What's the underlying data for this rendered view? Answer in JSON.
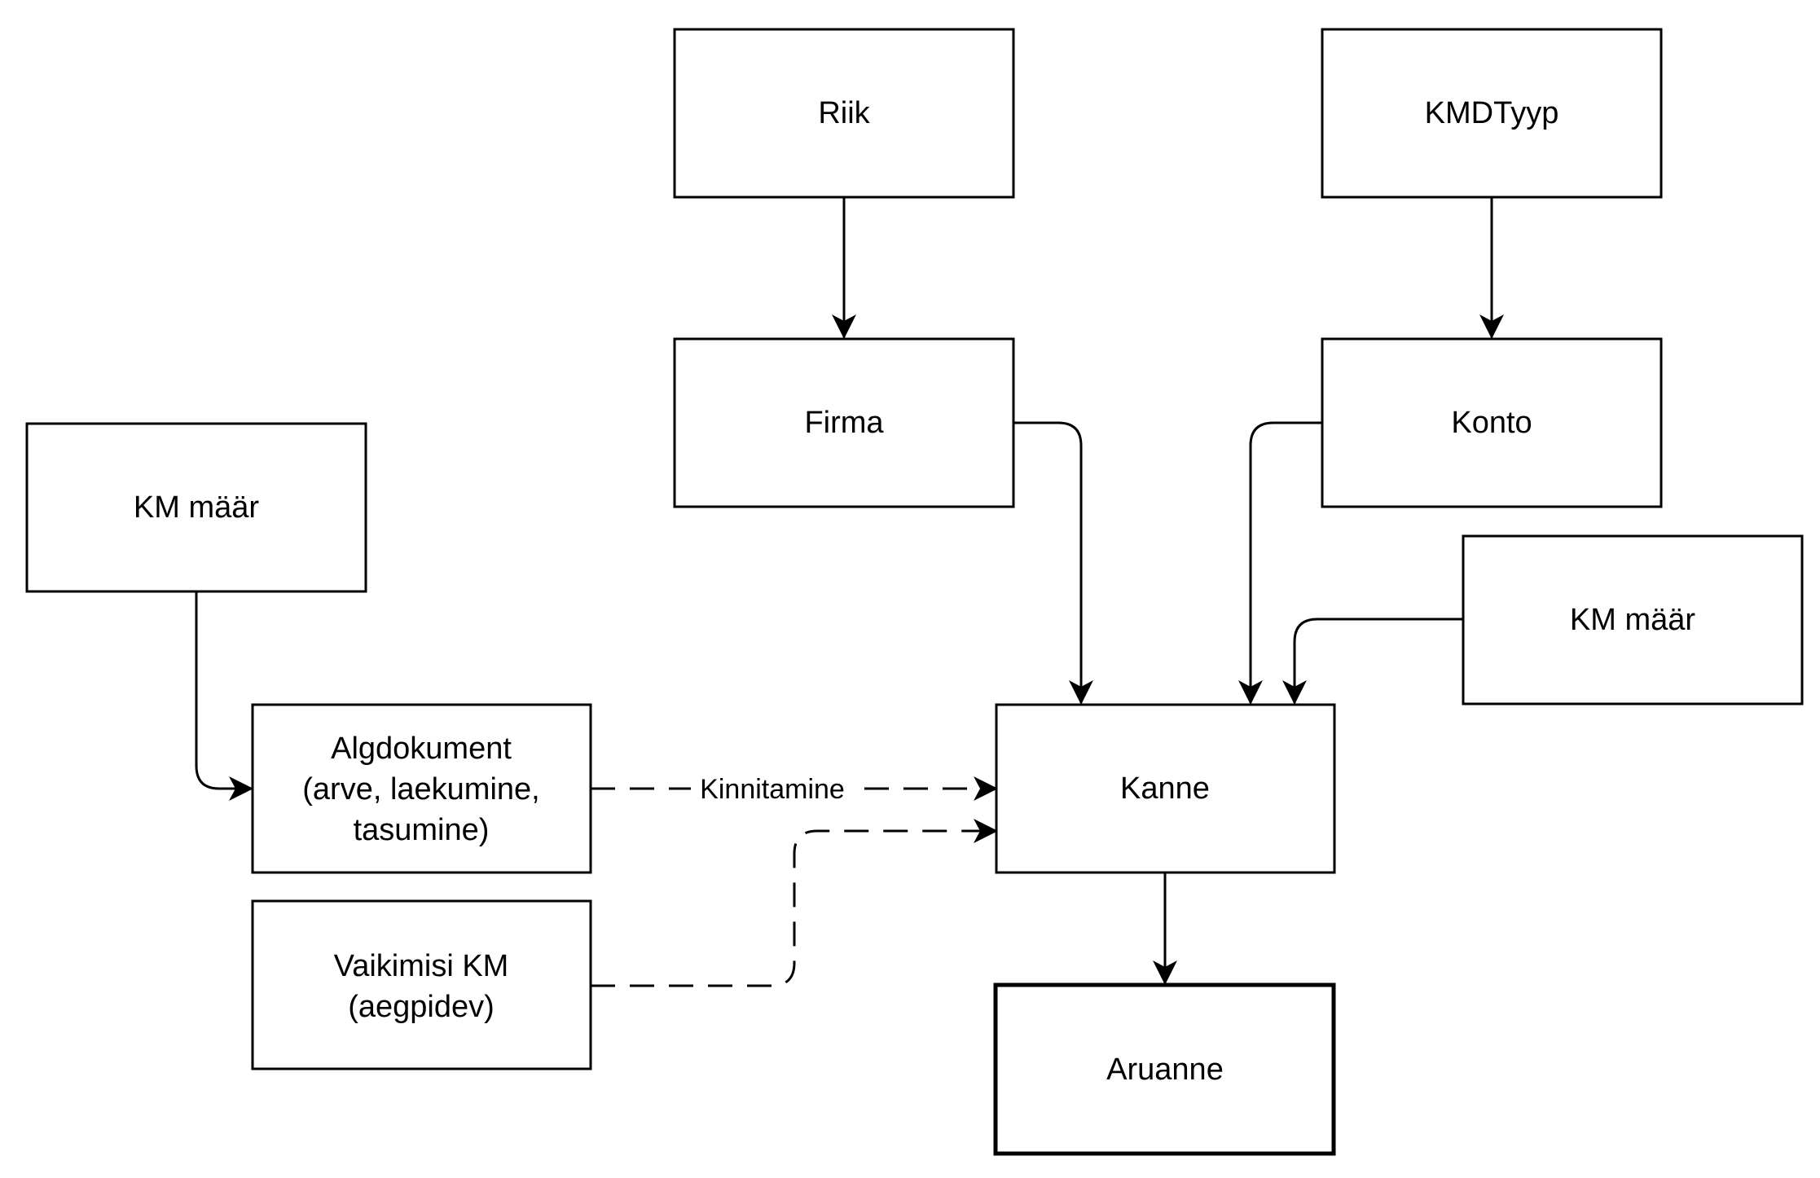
{
  "diagram": {
    "nodes": {
      "riik": {
        "label": [
          "Riik"
        ]
      },
      "kmdtyyp": {
        "label": [
          "KMDTyyp"
        ]
      },
      "firma": {
        "label": [
          "Firma"
        ]
      },
      "konto": {
        "label": [
          "Konto"
        ]
      },
      "km_maar_left": {
        "label": [
          "KM määr"
        ]
      },
      "km_maar_right": {
        "label": [
          "KM määr"
        ]
      },
      "algdokument": {
        "label": [
          "Algdokument",
          "(arve, laekumine,",
          "tasumine)"
        ]
      },
      "kanne": {
        "label": [
          "Kanne"
        ]
      },
      "vaikimisi": {
        "label": [
          "Vaikimisi KM",
          "(aegpidev)"
        ]
      },
      "aruanne": {
        "label": [
          "Aruanne"
        ]
      }
    },
    "edges": {
      "kinnitamine": {
        "label": "Kinnitamine"
      }
    },
    "colors": {
      "stroke": "#000000",
      "fill": "#ffffff",
      "text": "#000000"
    }
  }
}
